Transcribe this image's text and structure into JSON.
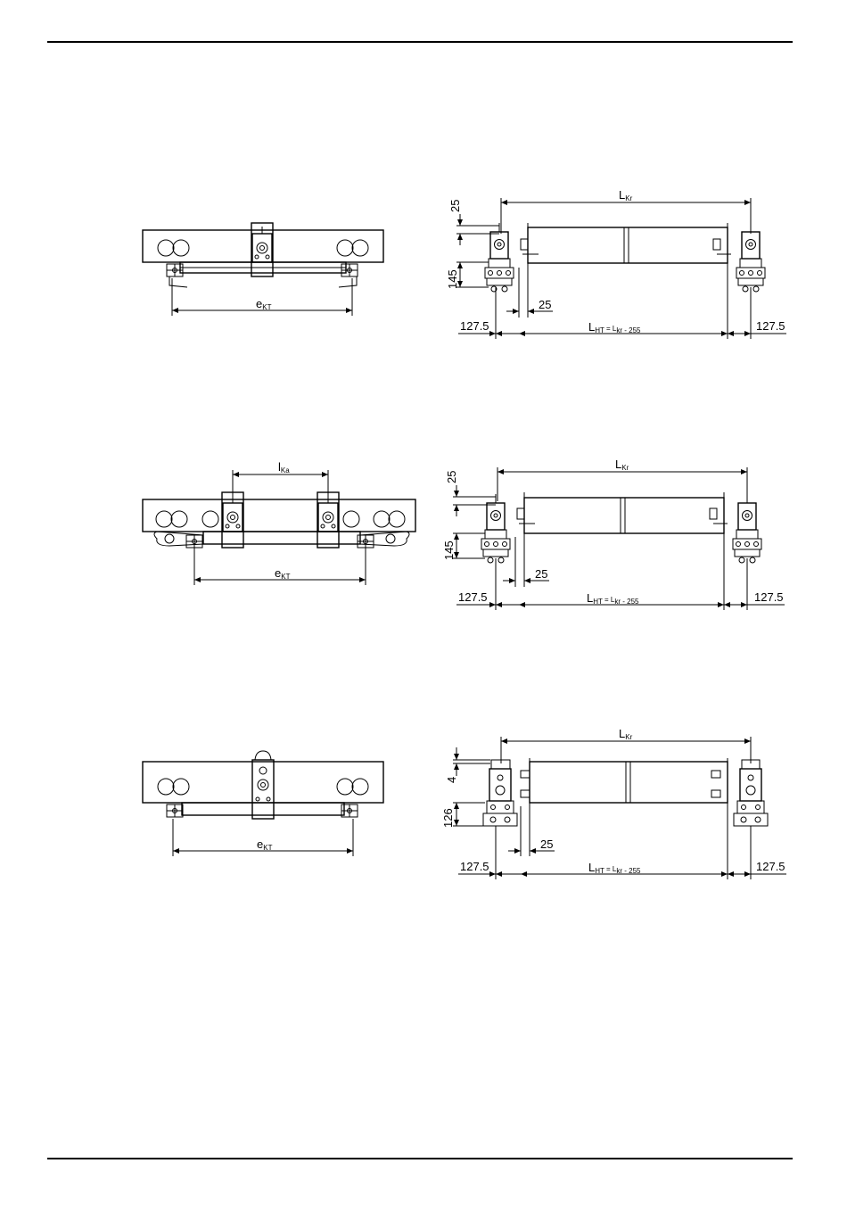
{
  "dimension_labels": {
    "lkr_main": "L",
    "lkr_sub": "Kr",
    "ekt_main": "e",
    "ekt_sub": "KT",
    "lka_main": "l",
    "lka_sub": "Ka",
    "lht_main": "L",
    "lht_sub": "HT",
    "lht_eq": " = L",
    "lht_eq_sub": "kr - 255",
    "offset_25": "25",
    "overhang": "127.5",
    "height_145": "145",
    "height_4": "4",
    "height_126": "126"
  }
}
